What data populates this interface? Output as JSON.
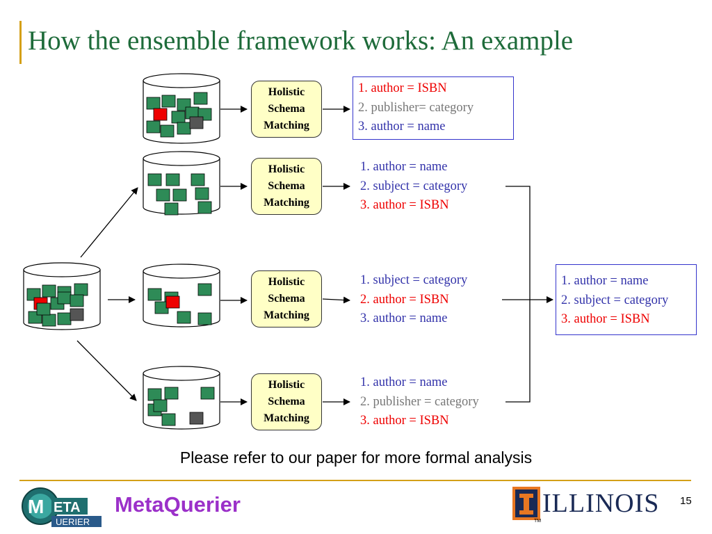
{
  "slide": {
    "title": "How the ensemble framework works: An example",
    "note": "Please refer to our paper for more formal analysis",
    "page_number": "15"
  },
  "matcher_label": [
    "Holistic",
    "Schema",
    "Matching"
  ],
  "results": [
    {
      "items": [
        {
          "text": "1. author = ISBN",
          "color": "red"
        },
        {
          "text": "2. publisher= category",
          "color": "gray"
        },
        {
          "text": "3. author = name",
          "color": "blue"
        }
      ]
    },
    {
      "items": [
        {
          "text": "1. author = name",
          "color": "blue"
        },
        {
          "text": "2. subject = category",
          "color": "blue"
        },
        {
          "text": "3. author = ISBN",
          "color": "red"
        }
      ]
    },
    {
      "items": [
        {
          "text": "1. subject = category",
          "color": "blue"
        },
        {
          "text": "2. author = ISBN",
          "color": "red"
        },
        {
          "text": "3. author = name",
          "color": "blue"
        }
      ]
    },
    {
      "items": [
        {
          "text": "1. author = name",
          "color": "blue"
        },
        {
          "text": "2. publisher = category",
          "color": "gray"
        },
        {
          "text": "3. author = ISBN",
          "color": "red"
        }
      ]
    }
  ],
  "final_result": {
    "items": [
      {
        "text": "1. author = name",
        "color": "blue"
      },
      {
        "text": "2. subject = category",
        "color": "blue"
      },
      {
        "text": "3. author = ISBN",
        "color": "red"
      }
    ]
  },
  "footer": {
    "metaquerier_logo_text": "MetaQuerier",
    "logo_badge_top": "ETA",
    "logo_badge_bottom": "UERIER",
    "university": "ILLINOIS",
    "trademark": "TM"
  },
  "colors": {
    "title": "#1e6b3a",
    "accent_line": "#d4a017",
    "matcher_fill": "#ffffc6",
    "schema_green": "#2e8b57",
    "highlight_red": "#ee0000",
    "highlight_gray": "#555555",
    "list_border": "#3333cc",
    "metaquerier": "#9b30c9",
    "illinois": "#1a2a55"
  }
}
